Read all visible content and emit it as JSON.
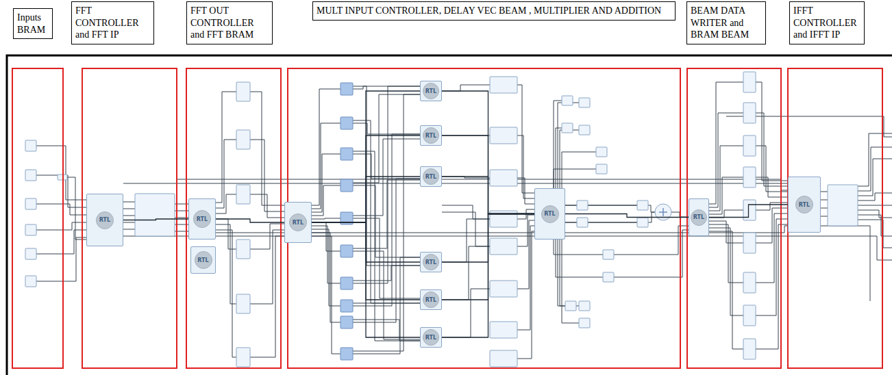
{
  "diagram": {
    "nodes": [
      {
        "text": [
          "Inputs BRAM"
        ]
      },
      {
        "text": [
          "FFT CONTROLLER and FFT IP"
        ]
      },
      {
        "text": [
          "FFT OUT CONTROLLER and FFT BRAM"
        ]
      },
      {
        "text": [
          "MULT INPUT CONTROLLER, DELAY VEC BEAM , MULTIPLIER AND ADDITION"
        ]
      },
      {
        "text": [
          "BEAM DATA WRITER and BRAM BEAM"
        ]
      },
      {
        "text": [
          "IFFT CONTROLLER and IFFT IP"
        ]
      },
      {
        "text": [
          "RTL"
        ]
      },
      {
        "text": [
          "RTL"
        ]
      },
      {
        "text": [
          "RTL"
        ]
      },
      {
        "text": [
          "RTL"
        ]
      },
      {
        "text": [
          "RTL"
        ]
      },
      {
        "text": [
          "RTL"
        ]
      },
      {
        "text": [
          "RTL"
        ]
      },
      {
        "text": [
          "RTL"
        ]
      },
      {
        "text": [
          "RTL"
        ]
      },
      {
        "text": [
          "RTL"
        ]
      },
      {
        "text": [
          "RTL"
        ]
      },
      {
        "text": [
          "RTL"
        ]
      },
      {
        "text": [
          "RTL"
        ]
      }
    ],
    "edges": [
      {
        "from": 6,
        "to": 7,
        "arrow": "none"
      },
      {
        "from": 7,
        "to": 9,
        "arrow": "none"
      },
      {
        "from": 9,
        "to": 10,
        "arrow": "none"
      },
      {
        "from": 9,
        "to": 11,
        "arrow": "none"
      },
      {
        "from": 9,
        "to": 12,
        "arrow": "none"
      },
      {
        "from": 9,
        "to": 13,
        "arrow": "none"
      },
      {
        "from": 9,
        "to": 14,
        "arrow": "none"
      },
      {
        "from": 9,
        "to": 15,
        "arrow": "none"
      },
      {
        "from": 10,
        "to": 16,
        "arrow": "none"
      },
      {
        "from": 11,
        "to": 16,
        "arrow": "none"
      },
      {
        "from": 12,
        "to": 16,
        "arrow": "none"
      },
      {
        "from": 13,
        "to": 16,
        "arrow": "none"
      },
      {
        "from": 14,
        "to": 16,
        "arrow": "none"
      },
      {
        "from": 15,
        "to": 16,
        "arrow": "none"
      },
      {
        "from": 16,
        "to": 17,
        "arrow": "none"
      },
      {
        "from": 17,
        "to": 18,
        "arrow": "none"
      }
    ]
  }
}
